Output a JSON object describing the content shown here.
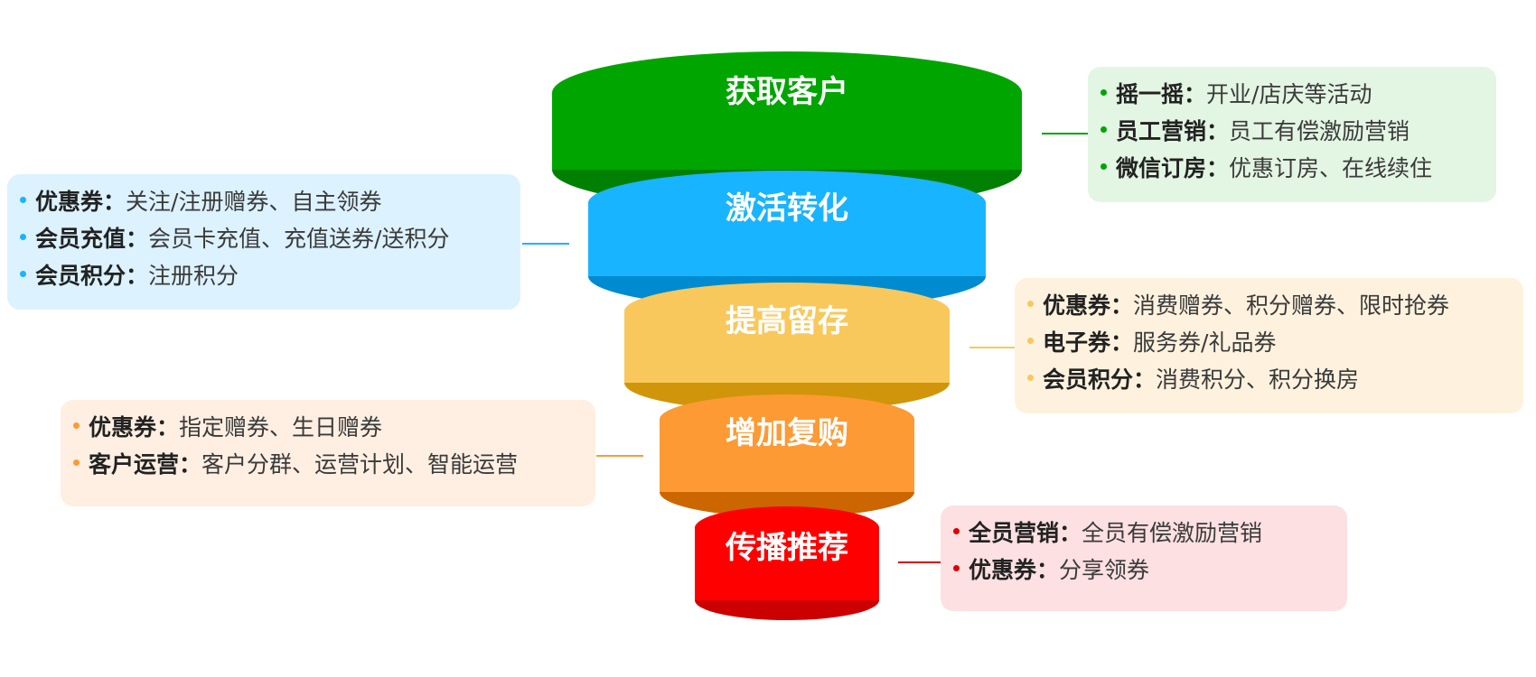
{
  "title": "会员营销漏斗",
  "stages": [
    {
      "name": "获取客户",
      "colors": {
        "side": "#00a500",
        "top": "#00a500",
        "bottom": "#008000",
        "box_bg": "#e3f5e3",
        "accent": "#00a500"
      },
      "side": "right",
      "items": [
        {
          "key": "摇一摇：",
          "value": "开业/店庆等活动"
        },
        {
          "key": "员工营销：",
          "value": "员工有偿激励营销"
        },
        {
          "key": "微信订房：",
          "value": "优惠订房、在线续住"
        }
      ]
    },
    {
      "name": "激活转化",
      "colors": {
        "side": "#19b4ff",
        "top": "#19b4ff",
        "bottom": "#008bd0",
        "box_bg": "#dcf2fe",
        "accent": "#19b4ff"
      },
      "side": "left",
      "items": [
        {
          "key": "优惠券：",
          "value": "关注/注册赠券、自主领券"
        },
        {
          "key": "会员充值：",
          "value": "会员卡充值、充值送券/送积分"
        },
        {
          "key": "会员积分：",
          "value": "注册积分"
        }
      ]
    },
    {
      "name": "提高留存",
      "colors": {
        "side": "#f8c85c",
        "top": "#f8c85c",
        "bottom": "#d0950a",
        "box_bg": "#fef2de",
        "accent": "#f8c85c"
      },
      "side": "right",
      "items": [
        {
          "key": "优惠券：",
          "value": "消费赠券、积分赠券、限时抢券"
        },
        {
          "key": "电子券：",
          "value": "服务券/礼品券"
        },
        {
          "key": "会员积分：",
          "value": "消费积分、积分换房"
        }
      ]
    },
    {
      "name": "增加复购",
      "colors": {
        "side": "#fd9a34",
        "top": "#fd9a34",
        "bottom": "#cc6600",
        "box_bg": "#feefe2",
        "accent": "#fd9a34"
      },
      "side": "left",
      "items": [
        {
          "key": "优惠券：",
          "value": "指定赠券、生日赠券"
        },
        {
          "key": "客户运营：",
          "value": "客户分群、运营计划、智能运营"
        }
      ]
    },
    {
      "name": "传播推荐",
      "colors": {
        "side": "#fe0000",
        "top": "#fe0000",
        "bottom": "#cc0000",
        "box_bg": "#fde0e2",
        "accent": "#e00000"
      },
      "side": "right",
      "items": [
        {
          "key": "全员营销：",
          "value": "全员有偿激励营销"
        },
        {
          "key": "优惠券：",
          "value": "分享领券"
        }
      ]
    }
  ]
}
